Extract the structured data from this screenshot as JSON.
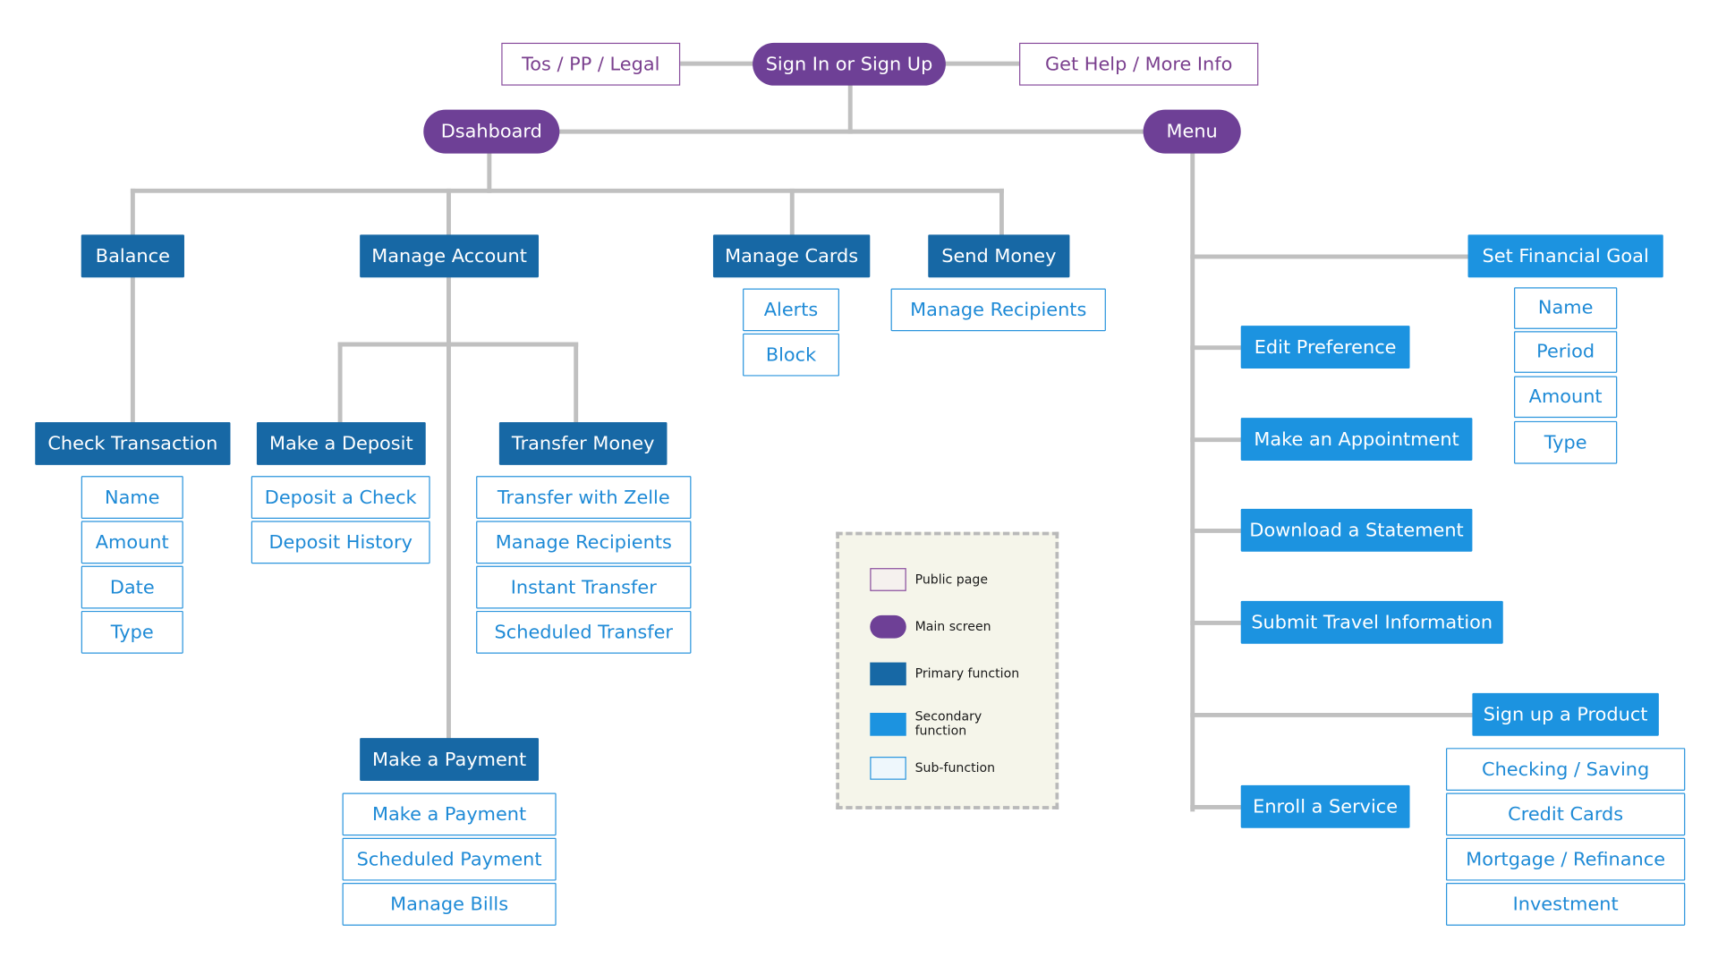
{
  "nodes": {
    "tos": "Tos / PP / Legal",
    "signin": "Sign In or Sign Up",
    "help": "Get Help / More Info",
    "dashboard": "Dsahboard",
    "menu": "Menu",
    "balance": "Balance",
    "manage_account": "Manage Account",
    "manage_cards": "Manage Cards",
    "send_money": "Send Money",
    "alerts": "Alerts",
    "block": "Block",
    "manage_recipients_send": "Manage Recipients",
    "check_transaction": "Check Transaction",
    "ct_name": "Name",
    "ct_amount": "Amount",
    "ct_date": "Date",
    "ct_type": "Type",
    "make_deposit": "Make a Deposit",
    "deposit_check": "Deposit a Check",
    "deposit_history": "Deposit History",
    "transfer_money": "Transfer Money",
    "transfer_zelle": "Transfer with Zelle",
    "manage_recipients_transfer": "Manage Recipients",
    "instant_transfer": "Instant Transfer",
    "scheduled_transfer": "Scheduled Transfer",
    "make_payment": "Make a Payment",
    "mp_make_payment": "Make a Payment",
    "scheduled_payment": "Scheduled Payment",
    "manage_bills": "Manage Bills",
    "set_goal": "Set Financial Goal",
    "goal_name": "Name",
    "goal_period": "Period",
    "goal_amount": "Amount",
    "goal_type": "Type",
    "edit_pref": "Edit Preference",
    "appointment": "Make an Appointment",
    "statement": "Download a Statement",
    "travel": "Submit Travel Information",
    "signup_product": "Sign up a Product",
    "checking_saving": "Checking / Saving",
    "credit_cards": "Credit Cards",
    "mortgage": "Mortgage / Refinance",
    "investment": "Investment",
    "enroll": "Enroll a Service"
  },
  "legend": {
    "public": "Public page",
    "main": "Main screen",
    "primary": "Primary function",
    "secondary": "Secondary function",
    "sub": "Sub-function"
  },
  "colors": {
    "public_border": "#8a4f9e",
    "main": "#6e4096",
    "primary": "#1768a5",
    "secondary": "#1c93e0",
    "sub_border": "#2b95dd",
    "connector": "#c0c0c0",
    "legend_bg": "#f5f5ea"
  }
}
